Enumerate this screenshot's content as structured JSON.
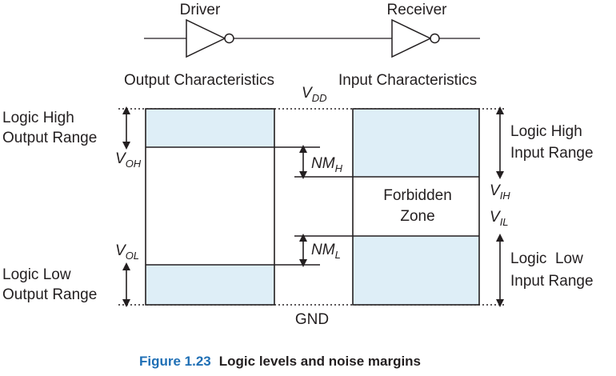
{
  "gates": {
    "driver_label": "Driver",
    "receiver_label": "Receiver"
  },
  "headings": {
    "output": "Output Characteristics",
    "input": "Input Characteristics"
  },
  "rails": {
    "vdd_main": "V",
    "vdd_sub": "DD",
    "gnd": "GND"
  },
  "output_side": {
    "high_range_line1": "Logic High",
    "high_range_line2": "Output Range",
    "low_range_line1": "Logic Low",
    "low_range_line2": "Output Range",
    "voh_main": "V",
    "voh_sub": "OH",
    "vol_main": "V",
    "vol_sub": "OL"
  },
  "noise_margins": {
    "nmh_main": "NM",
    "nmh_sub": "H",
    "nml_main": "NM",
    "nml_sub": "L"
  },
  "input_side": {
    "high_range_line1": "Logic High",
    "high_range_line2": "Input Range",
    "low_range_line1": "Logic  Low",
    "low_range_line2": "Input Range",
    "forbidden_line1": "Forbidden",
    "forbidden_line2": "Zone",
    "vih_main": "V",
    "vih_sub": "IH",
    "vil_main": "V",
    "vil_sub": "IL"
  },
  "caption": {
    "number": "Figure 1.23",
    "title": "Logic levels and noise margins"
  },
  "colors": {
    "box_fill": "#deeef7",
    "line": "#231f20",
    "caption_accent": "#1f6fb5"
  }
}
